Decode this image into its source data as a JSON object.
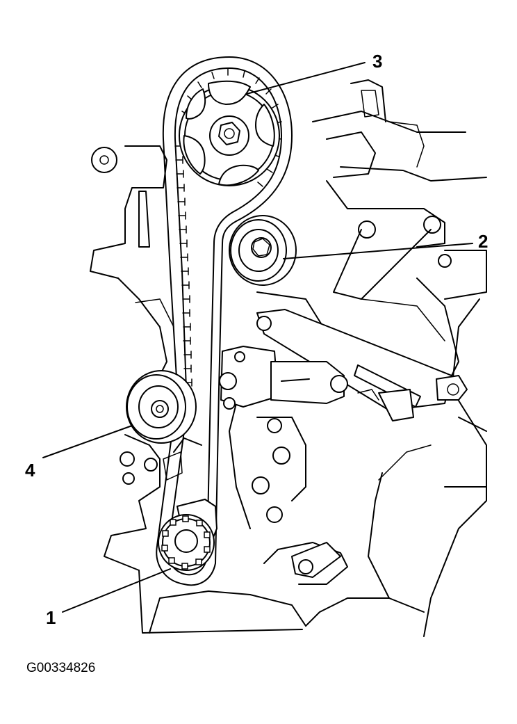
{
  "figure_code": "G00334826",
  "callouts": [
    {
      "id": "1",
      "label": "1"
    },
    {
      "id": "2",
      "label": "2"
    },
    {
      "id": "3",
      "label": "3"
    },
    {
      "id": "4",
      "label": "4"
    }
  ],
  "colors": {
    "ink": "#000000",
    "paper": "#ffffff"
  }
}
